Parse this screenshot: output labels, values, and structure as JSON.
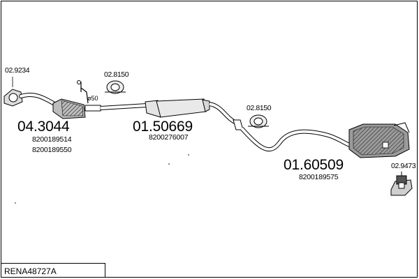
{
  "title": "RENA48727A",
  "parts": [
    {
      "number": "04.3044",
      "oe": [
        "8200189514",
        "8200189550"
      ]
    },
    {
      "number": "01.50669",
      "oe": [
        "8200276007"
      ]
    },
    {
      "number": "01.60509",
      "oe": [
        "8200189575"
      ]
    }
  ],
  "accessories": [
    "02.9234",
    "02.8150",
    "02.8150",
    "02.9473"
  ],
  "diameter_label": "ø50",
  "colors": {
    "line": "#000000",
    "background": "#ffffff",
    "fill_light": "#e9e9e9",
    "fill_dark": "#8a8a8a"
  }
}
